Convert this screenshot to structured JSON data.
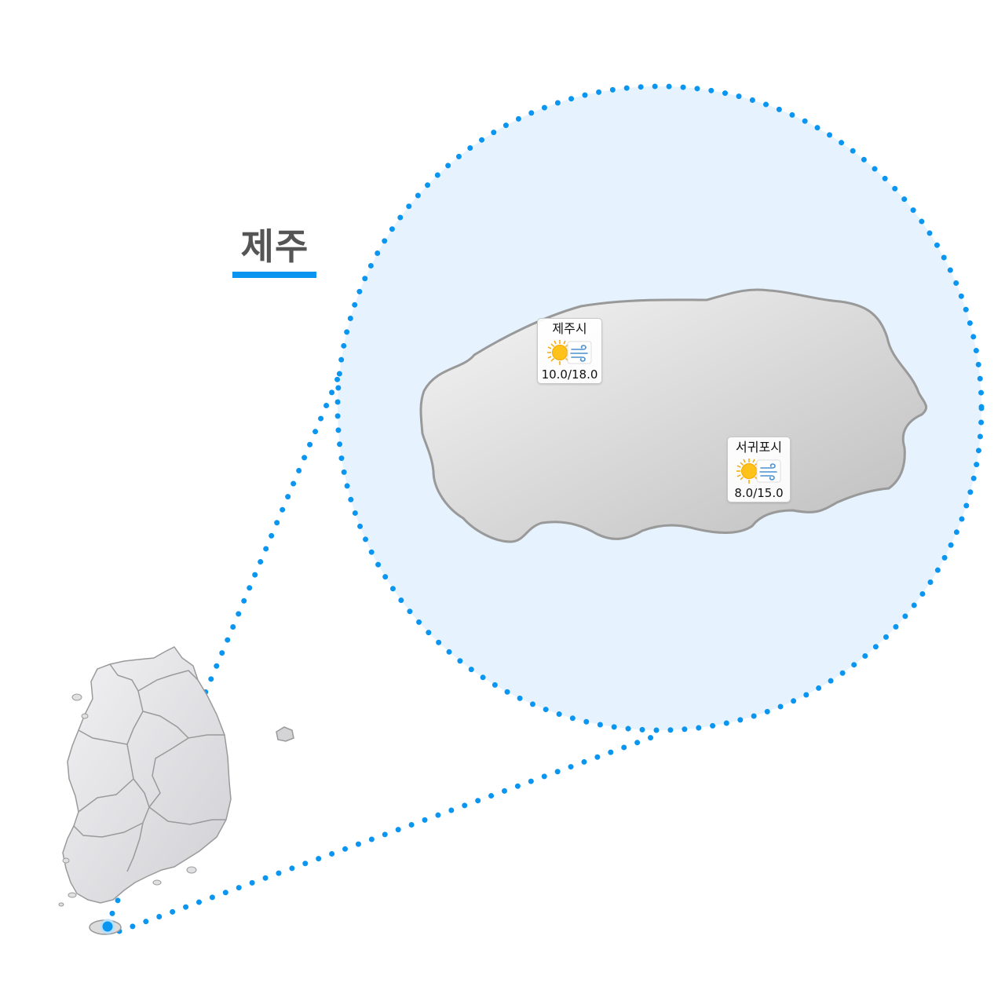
{
  "map": {
    "region_title": "제주",
    "accent_color": "#0a96f0",
    "zoom_fill": "#e6f3fe",
    "island_fill": "#dcdcdc",
    "island_stroke": "#999999"
  },
  "stations": [
    {
      "name": "제주시",
      "temp": "10.0/18.0",
      "icon": "sun-wind-icon"
    },
    {
      "name": "서귀포시",
      "temp": "8.0/15.0",
      "icon": "sun-wind-icon"
    }
  ]
}
